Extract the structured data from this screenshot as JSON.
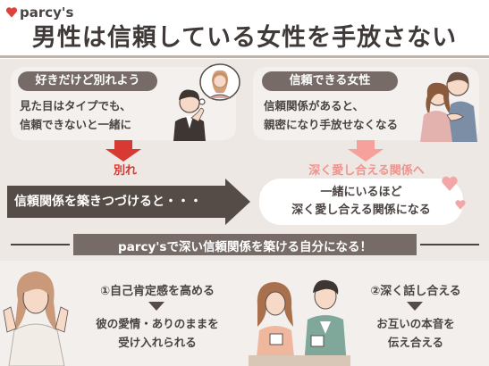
{
  "brand": {
    "logo_text": "parcy's"
  },
  "title": "男性は信頼している女性を手放さない",
  "left_panel": {
    "heading": "好きだけど別れよう",
    "lines": [
      "見た目はタイプでも、",
      "信頼できないと一緒に"
    ]
  },
  "right_panel": {
    "heading": "信頼できる女性",
    "lines": [
      "信頼関係があると、",
      "親密になり手放せなくなる"
    ]
  },
  "outcomes": {
    "left": "別れ",
    "right": "深く愛し合える関係へ"
  },
  "middle": {
    "arrow_text": "信頼関係を築きつづけると・・・",
    "result_lines": [
      "一緒にいるほど",
      "深く愛し合える関係になる"
    ]
  },
  "banner": "parcy'sで深い信頼関係を築ける自分になる！",
  "bottom_left": {
    "heading": "①自己肯定感を高める",
    "lines": [
      "彼の愛情・ありのままを",
      "受け入れられる"
    ]
  },
  "bottom_right": {
    "heading": "②深く話し合える",
    "lines": [
      "お互いの本音を",
      "伝え合える"
    ]
  },
  "colors": {
    "accent_red": "#d83a33",
    "accent_pink": "#f0938d",
    "pill_brown": "#766b66",
    "background": "#ede8e4"
  },
  "icons": [
    "heart-logo-icon",
    "down-arrow-icon",
    "right-arrow-icon",
    "heart-icon"
  ]
}
